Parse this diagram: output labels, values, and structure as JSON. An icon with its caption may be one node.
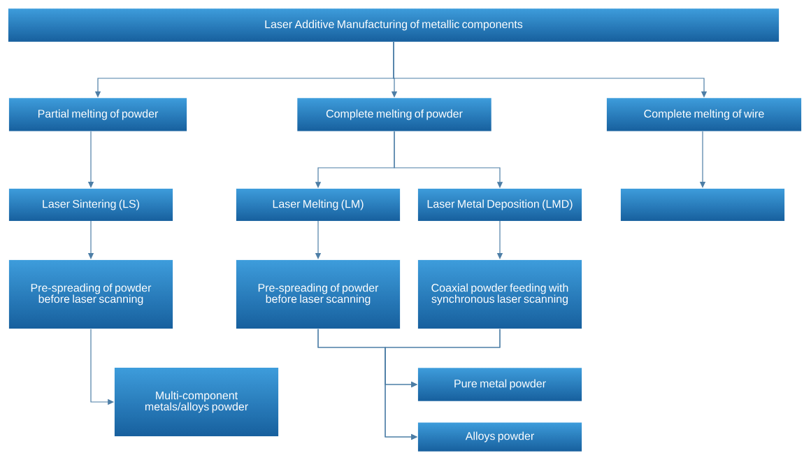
{
  "diagram": {
    "nodes": [
      {
        "text": [
          "Laser Additive Manufacturing of metallic components"
        ]
      },
      {
        "text": [
          "Partial melting of powder"
        ]
      },
      {
        "text": [
          "Complete melting of powder"
        ]
      },
      {
        "text": [
          "Complete melting of wire"
        ]
      },
      {
        "text": [
          "Laser Sintering (LS)"
        ]
      },
      {
        "text": [
          "Laser Melting (LM)"
        ]
      },
      {
        "text": [
          "Laser Metal Deposition (LMD)"
        ]
      },
      {
        "text": [],
        "shape": "box"
      },
      {
        "text": [
          "Pre-spreading of powder before laser scanning"
        ]
      },
      {
        "text": [
          "Pre-spreading of powder before laser scanning"
        ]
      },
      {
        "text": [
          "Coaxial powder feeding with synchronous laser scanning"
        ]
      },
      {
        "text": [
          "Multi-component metals/alloys powder"
        ]
      },
      {
        "text": [
          "Pure metal powder"
        ]
      },
      {
        "text": [
          "Alloys powder"
        ]
      }
    ],
    "edges": [
      {
        "from": 0,
        "to": 1,
        "arrow": "to"
      },
      {
        "from": 0,
        "to": 2,
        "arrow": "to"
      },
      {
        "from": 0,
        "to": 3,
        "arrow": "to"
      },
      {
        "from": 1,
        "to": 4,
        "arrow": "to"
      },
      {
        "from": 2,
        "to": 5,
        "arrow": "to"
      },
      {
        "from": 2,
        "to": 6,
        "arrow": "to"
      },
      {
        "from": 3,
        "to": 7,
        "arrow": "to"
      },
      {
        "from": 4,
        "to": 8,
        "arrow": "to"
      },
      {
        "from": 5,
        "to": 9,
        "arrow": "to"
      },
      {
        "from": 6,
        "to": 10,
        "arrow": "to"
      },
      {
        "from": 8,
        "to": 11,
        "arrow": "to"
      },
      {
        "from": 9,
        "to": 12,
        "arrow": "to"
      },
      {
        "from": 9,
        "to": 13,
        "arrow": "to"
      },
      {
        "from": 10,
        "to": 12,
        "arrow": "to"
      },
      {
        "from": 10,
        "to": 13,
        "arrow": "to"
      }
    ]
  }
}
